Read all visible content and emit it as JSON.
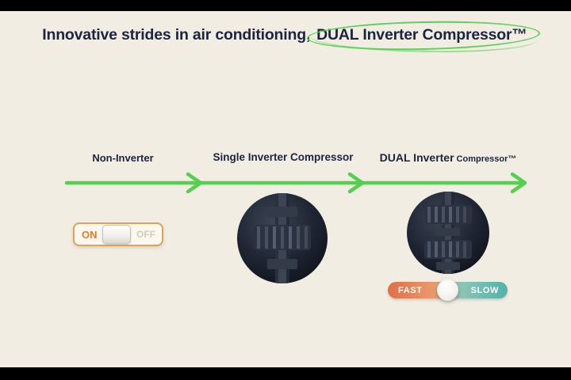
{
  "title": {
    "text_plain": "Innovative strides in air conditioning,",
    "text_highlight": "DUAL Inverter Compressor™"
  },
  "timeline": {
    "stages": [
      {
        "label": "Non-Inverter"
      },
      {
        "label": "Single Inverter Compressor"
      },
      {
        "label_main": "DUAL Inverter",
        "label_sub": "Compressor™"
      }
    ]
  },
  "toggle": {
    "on_label": "ON",
    "off_label": "OFF"
  },
  "speed_slider": {
    "left_label": "FAST",
    "right_label": "SLOW"
  },
  "colors": {
    "background": "#f1ede3",
    "title_text": "#1b2440",
    "accent_green": "#54d04e",
    "toggle_on": "#e6792e",
    "slider_fast": "#e06f47",
    "slider_slow": "#4fb3a9",
    "compressor_dark": "#1c2230"
  }
}
